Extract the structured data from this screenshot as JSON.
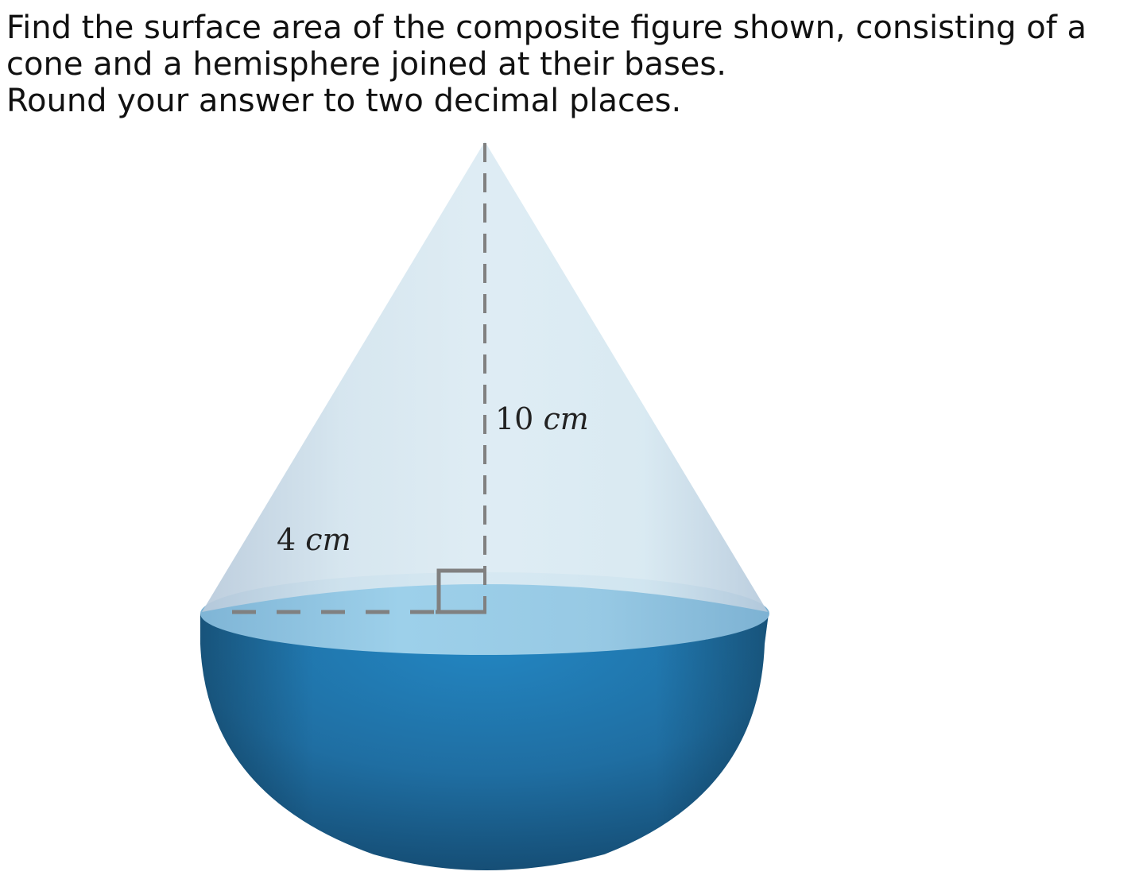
{
  "question": {
    "line1": "Find the surface area of the composite figure shown, consisting of a cone and a hemisphere joined at their bases.",
    "line2": "Round your answer to two decimal places."
  },
  "figure": {
    "height_label": {
      "value": "10",
      "unit": "cm"
    },
    "radius_label": {
      "value": "4",
      "unit": "cm"
    },
    "colors": {
      "cone_light": "#dcebf3",
      "cone_edge": "#b9cfe0",
      "base_disk": "#98cce6",
      "hemisphere_dark": "#17527a",
      "hemisphere_mid": "#2386c2",
      "dashed_line": "#808080"
    }
  }
}
